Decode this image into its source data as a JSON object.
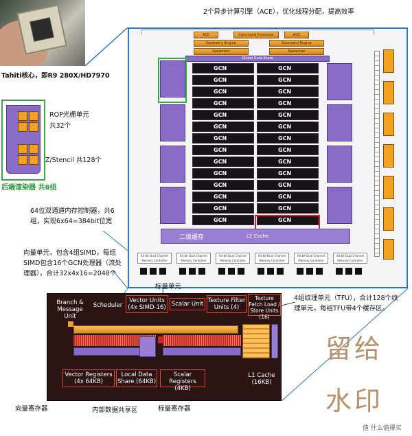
{
  "top_note": "2个异步计算引擎（ACE），优化线程分配，提高效率",
  "photo_caption": "Tahiti核心，即R9 280X/HD7970",
  "rop_label": "ROP光栅单元",
  "rop_count": "共32个",
  "zstencil_label": "Z/Stencil 共128个",
  "backend_label": "后端渲染器 共8组",
  "memory_note": "64位双通道内存控制器，共6组，实现6x64=384bit位宽",
  "vector_note": "向量单元，包含4组SIMD，每组SIMD包含16个GCN处理器（流处理器），合计32x4x16=2048个",
  "scalar_note": "标量单元",
  "tfu_note": "4组纹理单元（TFU），合计128个纹理单元。每组TFU带4个缓存区。",
  "l2_cn": "二级缓存",
  "l2_en": "L2 Cache",
  "die": {
    "ace_left": "ACE",
    "command_processor": "Command Processor",
    "ace_right": "ACE",
    "geometry_left": "Geometry Engine",
    "geometry_right": "Geometry Engine",
    "raster_left": "Rasterizer",
    "raster_right": "Rasterizer",
    "gds": "Global Data Share",
    "gcn_text": "GCN",
    "mem_ctrl": "64-bit Dual Channel Memory Controller"
  },
  "cu": {
    "branch": "Branch & Message Unit",
    "scheduler": "Scheduler",
    "vector_units": "Vector Units (4x SIMD-16)",
    "scalar_unit": "Scalar Unit",
    "texture_filter": "Texture Filter Units (4)",
    "texture_fetch": "Texture Fetch Load / Store Units (16)",
    "vector_registers": "Vector Registers (4x 64KB)",
    "lds": "Local Data Share (64KB)",
    "scalar_registers": "Scalar Registers (4KB)",
    "l1": "L1 Cache (16KB)"
  },
  "vector_reg_cn": "向量寄存器",
  "lds_cn": "内部数据共享区",
  "scalar_reg_cn": "标量寄存器",
  "watermark_1": "留给",
  "watermark_2": "水印",
  "site_mark": "值 什么值得买"
}
